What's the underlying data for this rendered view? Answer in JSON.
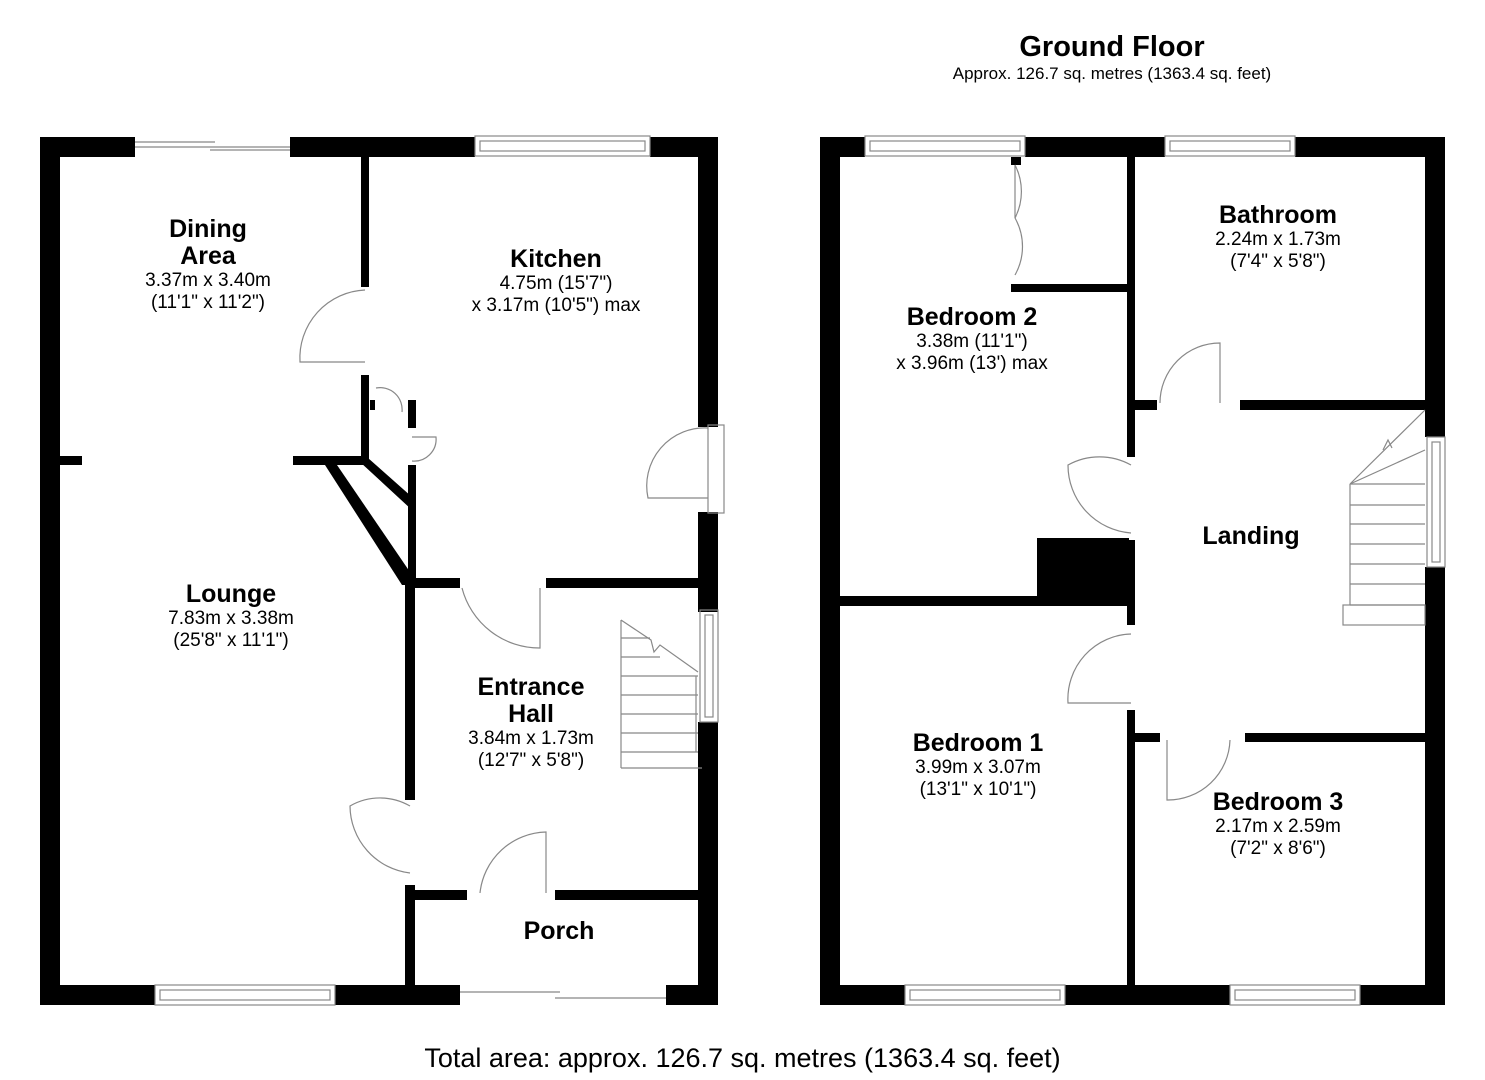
{
  "header": {
    "title": "Ground Floor",
    "subtitle": "Approx. 126.7 sq. metres (1363.4 sq. feet)"
  },
  "footer": {
    "total_area": "Total area: approx. 126.7 sq. metres (1363.4 sq. feet)"
  },
  "plans": {
    "left": {
      "rooms": [
        {
          "name_line1": "Dining",
          "name_line2": "Area",
          "dim1": "3.37m x 3.40m",
          "dim2": "(11'1\" x 11'2\")"
        },
        {
          "name_line1": "Kitchen",
          "name_line2": "",
          "dim1": "4.75m (15'7\")",
          "dim2": "x 3.17m (10'5\") max"
        },
        {
          "name_line1": "Lounge",
          "name_line2": "",
          "dim1": "7.83m x 3.38m",
          "dim2": "(25'8\" x 11'1\")"
        },
        {
          "name_line1": "Entrance",
          "name_line2": "Hall",
          "dim1": "3.84m x 1.73m",
          "dim2": "(12'7\" x 5'8\")"
        },
        {
          "name_line1": "Porch",
          "name_line2": "",
          "dim1": "",
          "dim2": ""
        }
      ]
    },
    "right": {
      "rooms": [
        {
          "name_line1": "Bedroom 2",
          "name_line2": "",
          "dim1": "3.38m (11'1\")",
          "dim2": "x 3.96m (13') max"
        },
        {
          "name_line1": "Bathroom",
          "name_line2": "",
          "dim1": "2.24m x 1.73m",
          "dim2": "(7'4\" x 5'8\")"
        },
        {
          "name_line1": "Landing",
          "name_line2": "",
          "dim1": "",
          "dim2": ""
        },
        {
          "name_line1": "Bedroom 1",
          "name_line2": "",
          "dim1": "3.99m x 3.07m",
          "dim2": "(13'1\" x 10'1\")"
        },
        {
          "name_line1": "Bedroom 3",
          "name_line2": "",
          "dim1": "2.17m x 2.59m",
          "dim2": "(7'2\" x 8'6\")"
        }
      ]
    }
  },
  "colors": {
    "wall": "#000000",
    "background": "#ffffff",
    "fixture_line": "#888888"
  }
}
